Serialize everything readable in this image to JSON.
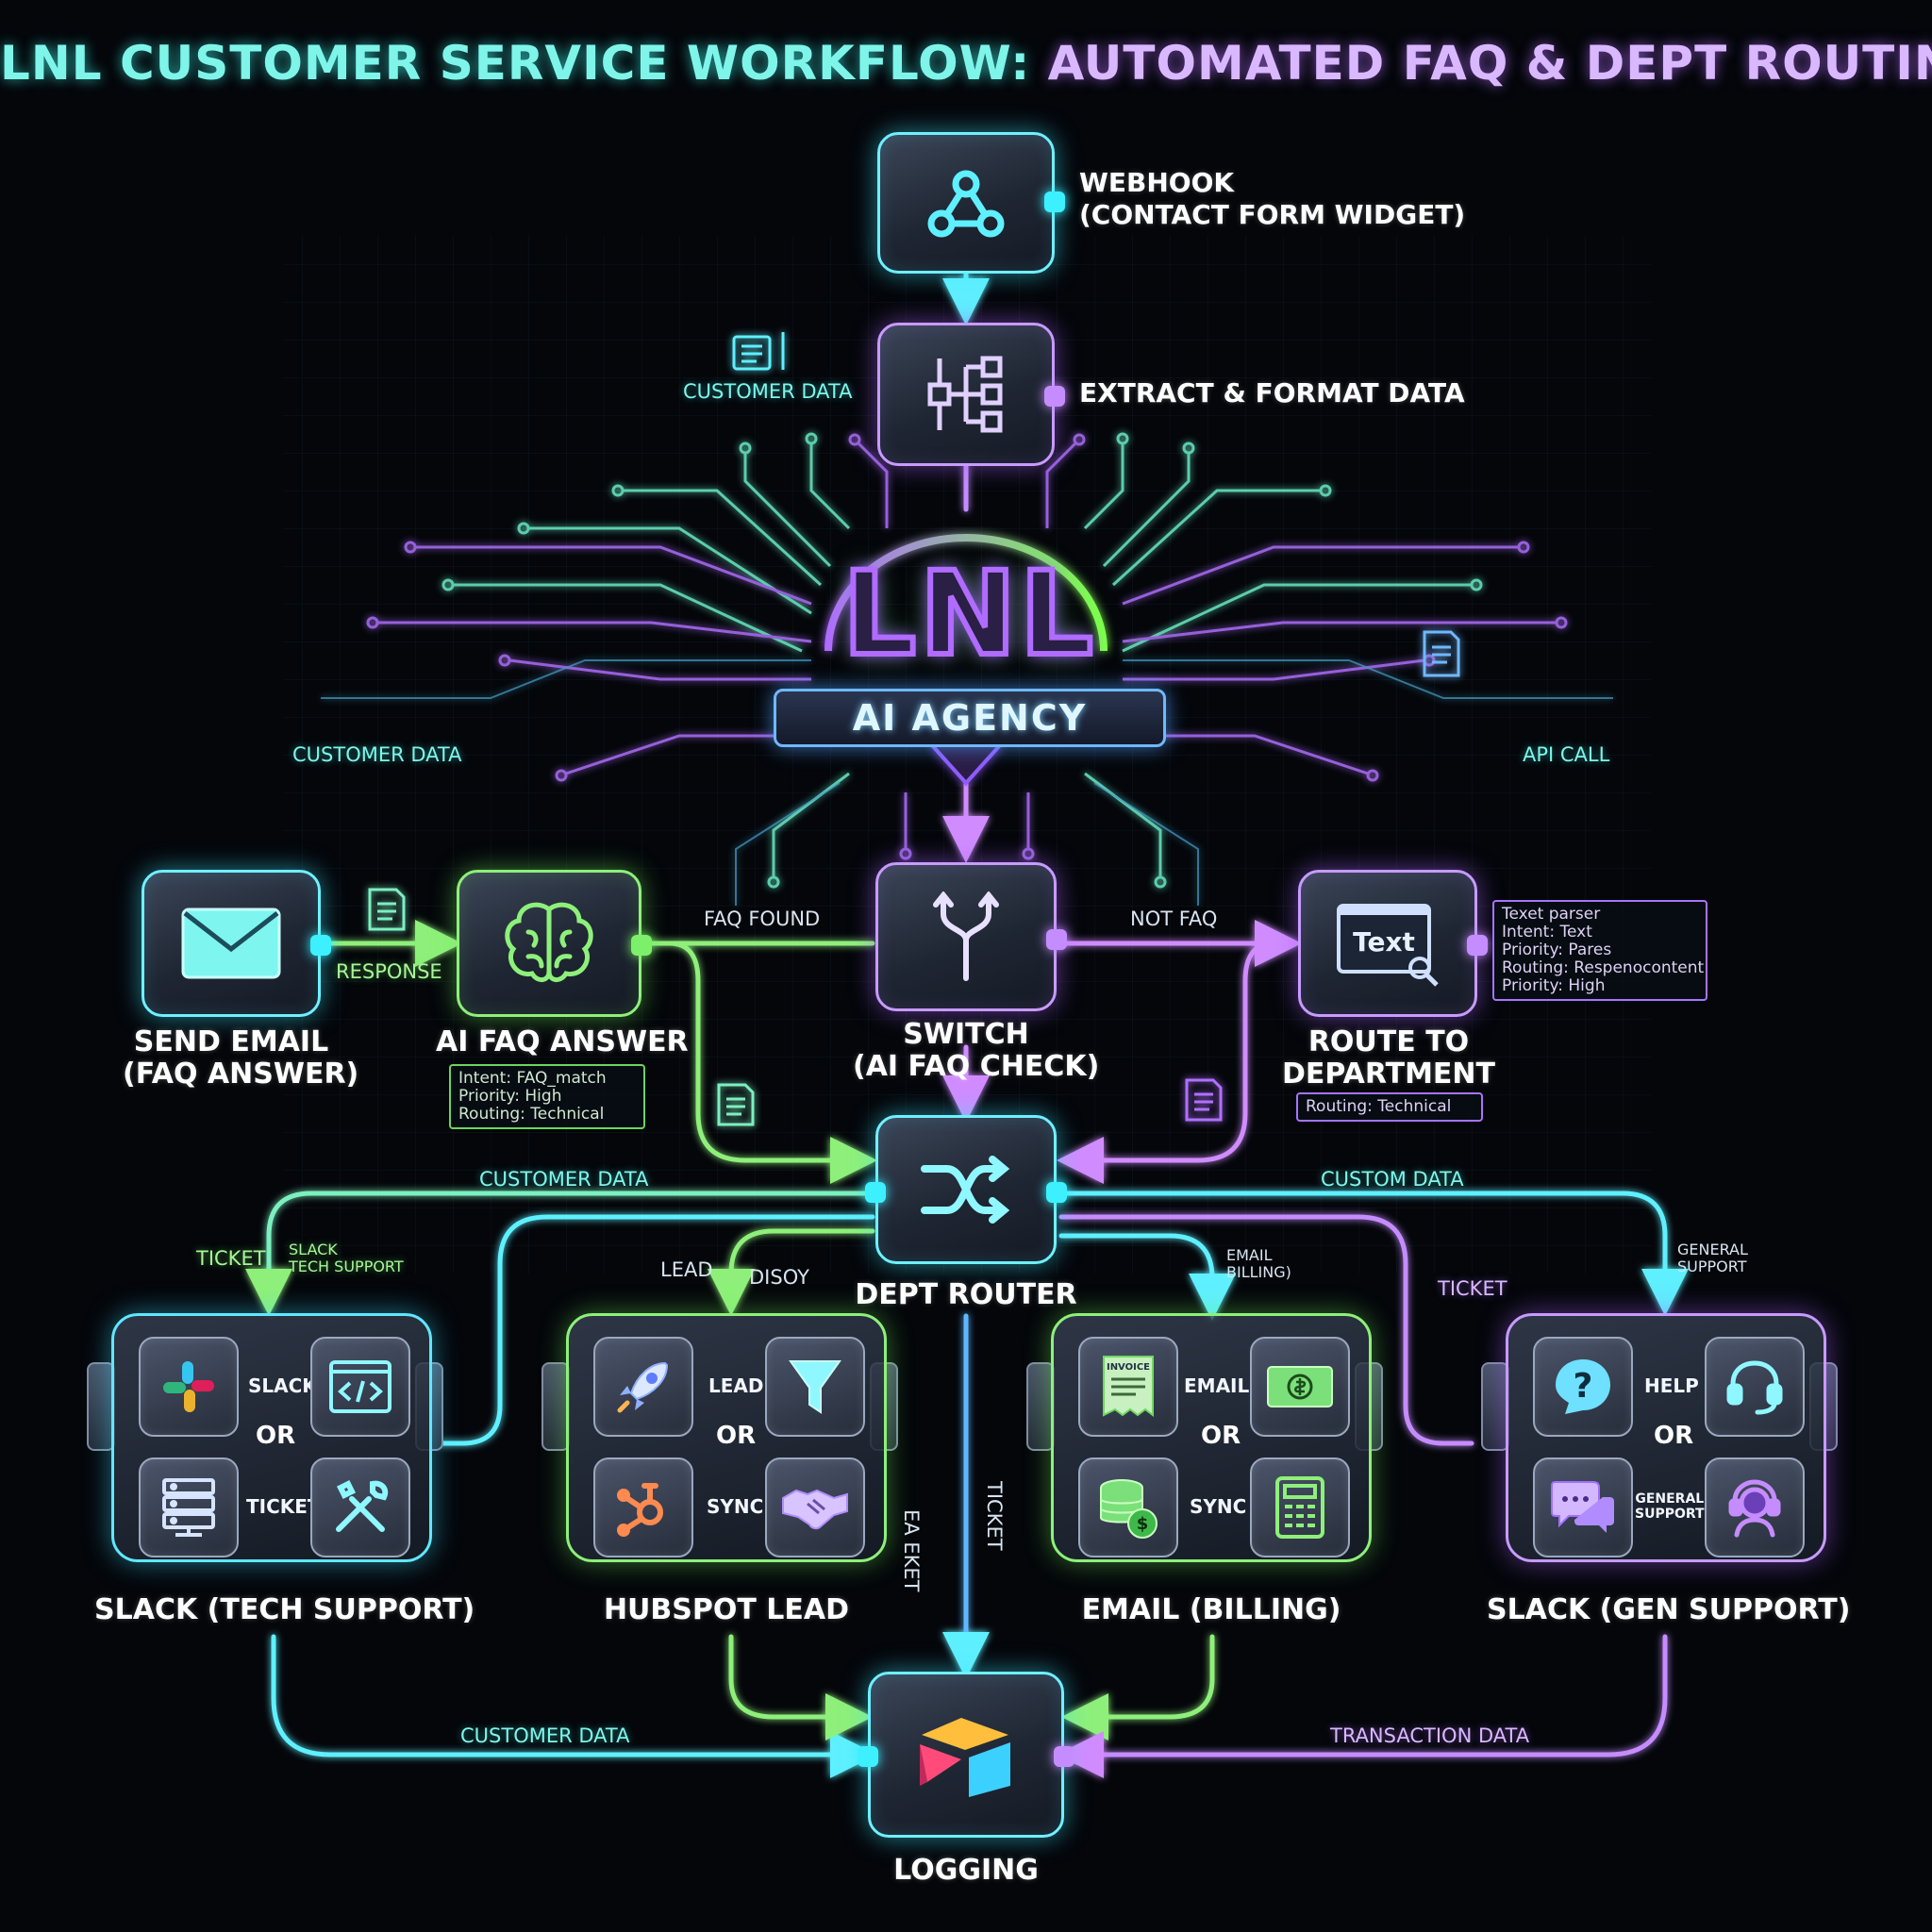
{
  "title": {
    "part1": "LNL CUSTOMER SERVICE WORKFLOW:",
    "part2": "AUTOMATED FAQ & DEPT ROUTING"
  },
  "hub": {
    "logo": "LNL",
    "tagline": "AI AGENCY"
  },
  "nodes": {
    "webhook": {
      "line1": "WEBHOOK",
      "line2": "(CONTACT FORM WIDGET)"
    },
    "extract": {
      "label": "EXTRACT & FORMAT DATA"
    },
    "send_email": {
      "line1": "SEND EMAIL",
      "line2": "(FAQ ANSWER)"
    },
    "ai_faq": {
      "label": "AI FAQ ANSWER",
      "info": [
        "Intent: FAQ_match",
        "Priority: High",
        "Routing: Technical"
      ]
    },
    "switch": {
      "line1": "SWITCH",
      "line2": "(AI FAQ CHECK)"
    },
    "route": {
      "line1": "ROUTE TO",
      "line2": "DEPARTMENT",
      "icon_text": "Text",
      "info_small": "Routing: Technical",
      "info": [
        "Texet parser",
        "Intent: Text",
        "Priority: Pares",
        "Routing: Respenocontent",
        "Priority: High"
      ]
    },
    "router": {
      "label": "DEPT ROUTER"
    },
    "logging": {
      "label": "LOGGING"
    }
  },
  "edges": {
    "customer_data_top": "CUSTOMER DATA",
    "customer_data_left": "CUSTOMER DATA",
    "api_call": "API CALL",
    "response": "RESPONSE",
    "faq_found": "FAQ FOUND",
    "not_faq": "NOT FAQ",
    "customer_data_mid": "CUSTOMER DATA",
    "custom_data": "CUSTOM DATA",
    "ticket_left": "TICKET",
    "slack_tech_1": "SLACK",
    "slack_tech_2": "TECH SUPPORT",
    "lead": "LEAD",
    "disoy": "DISOY",
    "email_billing_1": "EMAIL",
    "email_billing_2": "BILLING)",
    "ticket_right": "TICKET",
    "general_support_1": "GENERAL",
    "general_support_2": "SUPPORT",
    "vertical_1": "EA EKET",
    "vertical_2": "TICKET",
    "customer_data_bottom": "CUSTOMER DATA",
    "transaction_data": "TRANSACTION DATA"
  },
  "departments": [
    {
      "title": "SLACK (TECH SUPPORT)",
      "label_top": "SLACK",
      "label_bottom": "TICKET",
      "or": "OR",
      "icons": [
        "slack-icon",
        "code-window-icon",
        "server-icon",
        "tools-icon"
      ]
    },
    {
      "title": "HUBSPOT LEAD",
      "label_top": "LEAD",
      "label_bottom": "SYNC",
      "or": "OR",
      "icons": [
        "rocket-icon",
        "funnel-icon",
        "hubspot-icon",
        "handshake-icon"
      ]
    },
    {
      "title": "EMAIL (BILLING)",
      "label_top": "EMAIL",
      "label_bottom": "SYNC",
      "or": "OR",
      "invoice_text": "INVOICE",
      "icons": [
        "invoice-icon",
        "money-icon",
        "coins-icon",
        "calculator-icon"
      ]
    },
    {
      "title": "SLACK (GEN SUPPORT)",
      "label_top": "HELP",
      "label_bottom_1": "GENERAL",
      "label_bottom_2": "SUPPORT",
      "or": "OR",
      "icons": [
        "question-icon",
        "headset-icon",
        "chat-icon",
        "support-agent-icon"
      ]
    }
  ],
  "colors": {
    "cyan": "#3cf0ff",
    "violet": "#c58cff",
    "green": "#7cf06a",
    "background": "#04060a"
  }
}
